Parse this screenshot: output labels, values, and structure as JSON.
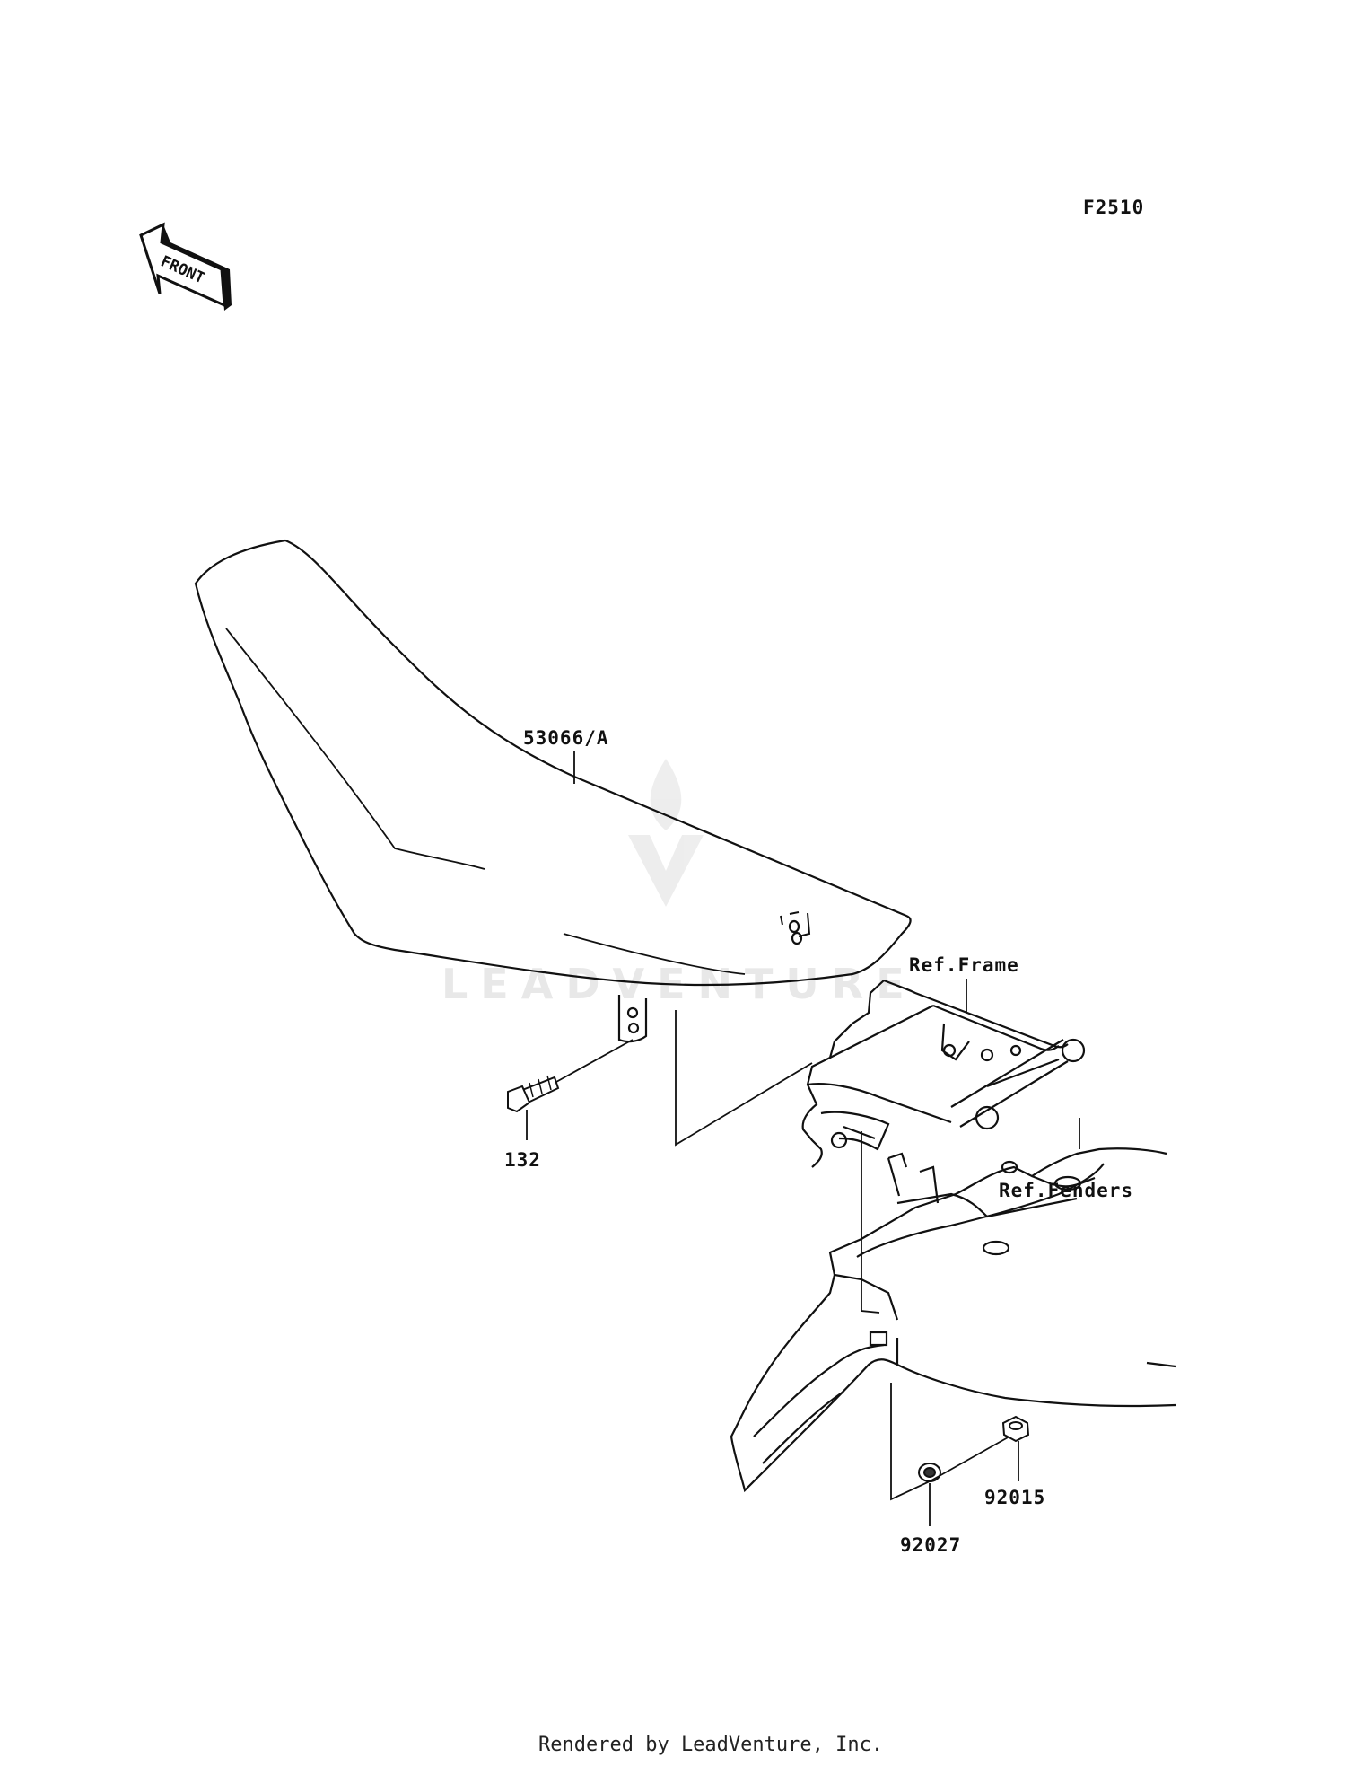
{
  "diagram": {
    "code": "F2510",
    "front_label": "FRONT",
    "watermark": "LEADVENTURE",
    "footer": "Rendered by LeadVenture, Inc.",
    "callouts": {
      "seat": "53066/A",
      "bolt": "132",
      "frame_ref": "Ref.Frame",
      "fenders_ref": "Ref.Fenders",
      "nut": "92015",
      "washer": "92027"
    }
  }
}
